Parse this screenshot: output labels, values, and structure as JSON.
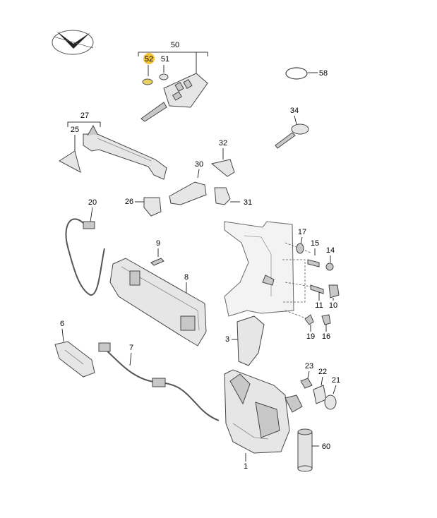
{
  "diagram": {
    "logo": "arrow-logo-icon",
    "highlight_color": "#f2c438",
    "callouts": {
      "c50": "50",
      "c52": "52",
      "c51": "51",
      "c58": "58",
      "c34": "34",
      "c27": "27",
      "c25": "25",
      "c32": "32",
      "c30": "30",
      "c26": "26",
      "c31": "31",
      "c20": "20",
      "c9": "9",
      "c8": "8",
      "c17": "17",
      "c15": "15",
      "c14": "14",
      "c11": "11",
      "c10": "10",
      "c19": "19",
      "c16": "16",
      "c3": "3",
      "c6": "6",
      "c7": "7",
      "c23": "23",
      "c22": "22",
      "c21": "21",
      "c60": "60",
      "c1": "1"
    }
  }
}
